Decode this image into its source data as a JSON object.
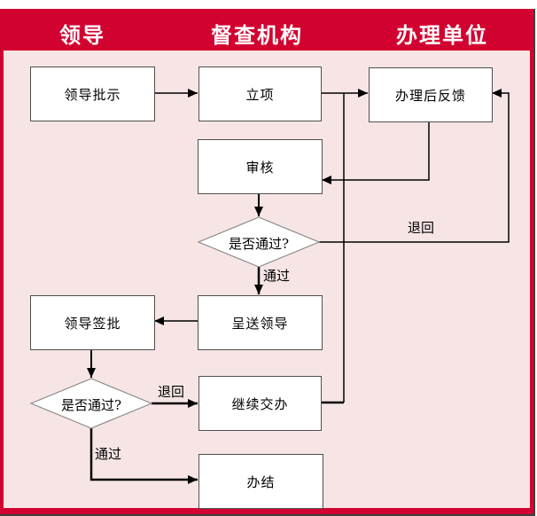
{
  "header": {
    "columns": [
      {
        "label": "领导"
      },
      {
        "label": "督查机构"
      },
      {
        "label": "办理单位"
      }
    ]
  },
  "flow": {
    "nodes": {
      "leader_instruction": "领导批示",
      "project_setup": "立项",
      "post_handling_feedback": "办理后反馈",
      "review": "审核",
      "review_pass_check": "是否通过?",
      "submit_to_leader": "呈送领导",
      "leader_signoff": "领导签批",
      "signoff_pass_check": "是否通过?",
      "continue_assignment": "继续交办",
      "complete": "办结"
    },
    "edge_labels": {
      "review_pass": "通过",
      "review_return": "退回",
      "signoff_return": "退回",
      "signoff_pass": "通过"
    }
  },
  "colors": {
    "frame_red": "#d20230",
    "canvas_pink": "#f7e5e5",
    "node_fill": "#ffffff",
    "node_border": "#4f4f4f",
    "connector_black": "#000000",
    "header_text": "#ffffff",
    "shadow_dark": "#3f3f3f"
  }
}
